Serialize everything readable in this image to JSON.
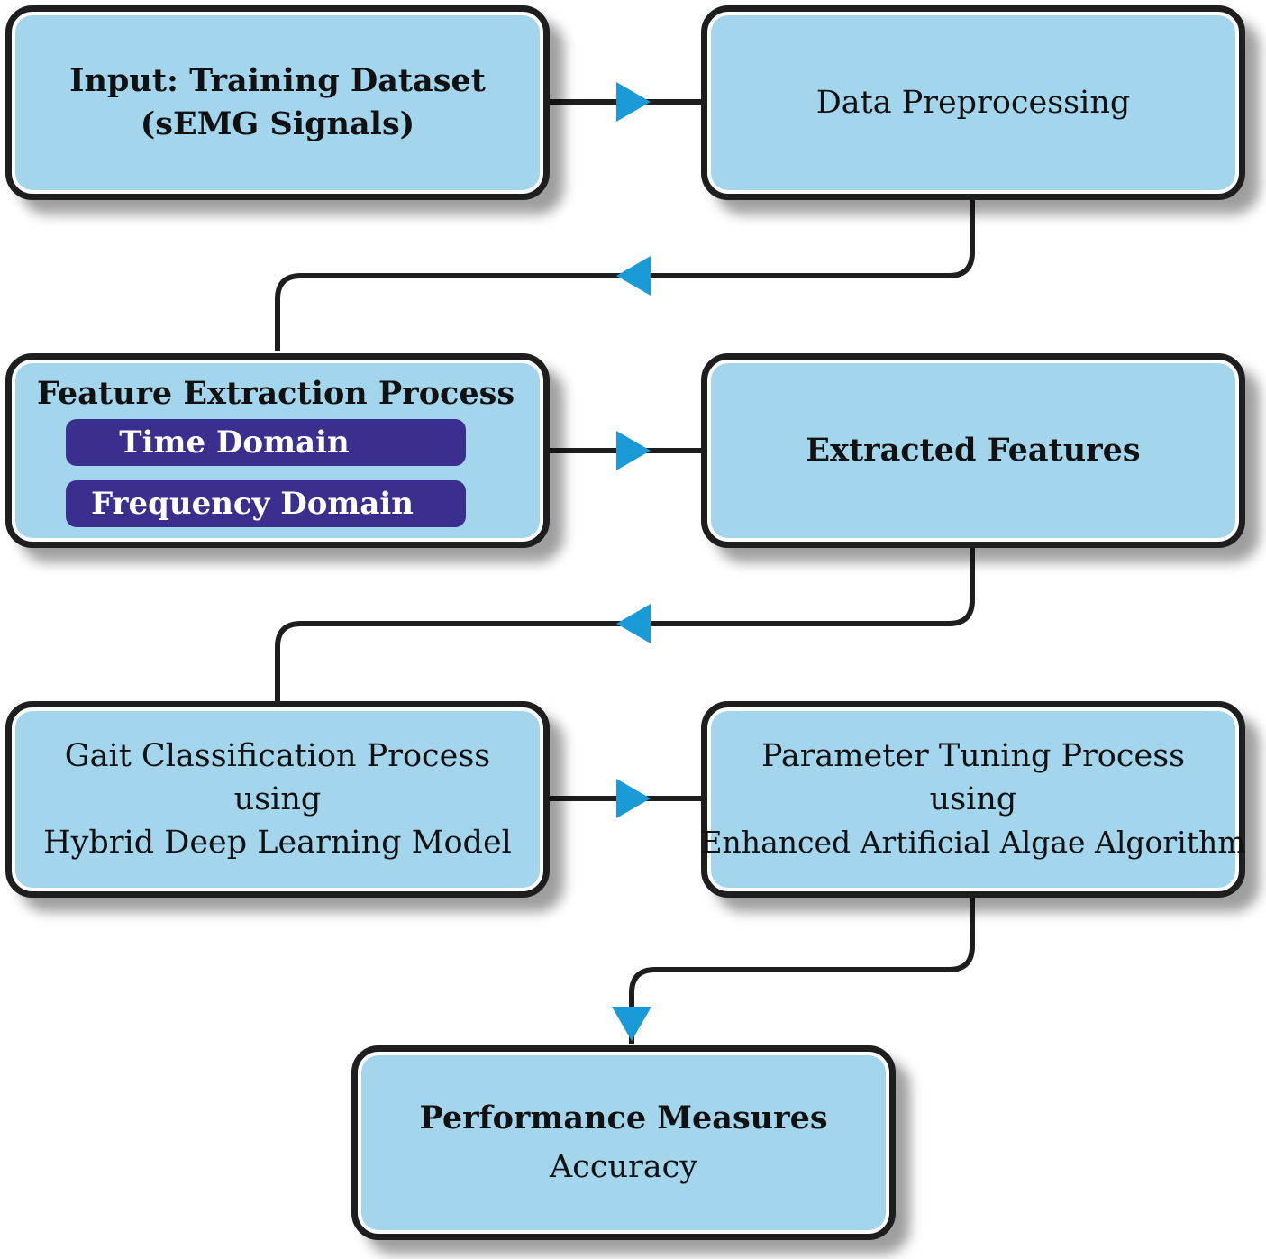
{
  "colors": {
    "box_fill": "#a3d5ec",
    "box_border": "#1e1e1e",
    "pill_fill": "#3a2f8f",
    "arrow": "#1a9ad6",
    "line": "#1e1e1e"
  },
  "boxes": {
    "input": {
      "line1": "Input: Training Dataset",
      "line2": "(sEMG Signals)"
    },
    "preprocessing": {
      "line1": "Data Preprocessing"
    },
    "feature_extraction": {
      "title": "Feature Extraction Process",
      "sub1": "Time Domain",
      "sub2": "Frequency Domain"
    },
    "extracted": {
      "line1": "Extracted Features"
    },
    "gait": {
      "line1": "Gait Classification Process",
      "line2": "using",
      "line3": "Hybrid Deep Learning Model"
    },
    "tuning": {
      "line1": "Parameter Tuning Process",
      "line2": "using",
      "line3": "Enhanced Artificial Algae Algorithm"
    },
    "performance": {
      "line1": "Performance Measures",
      "line2": "Accuracy"
    }
  }
}
